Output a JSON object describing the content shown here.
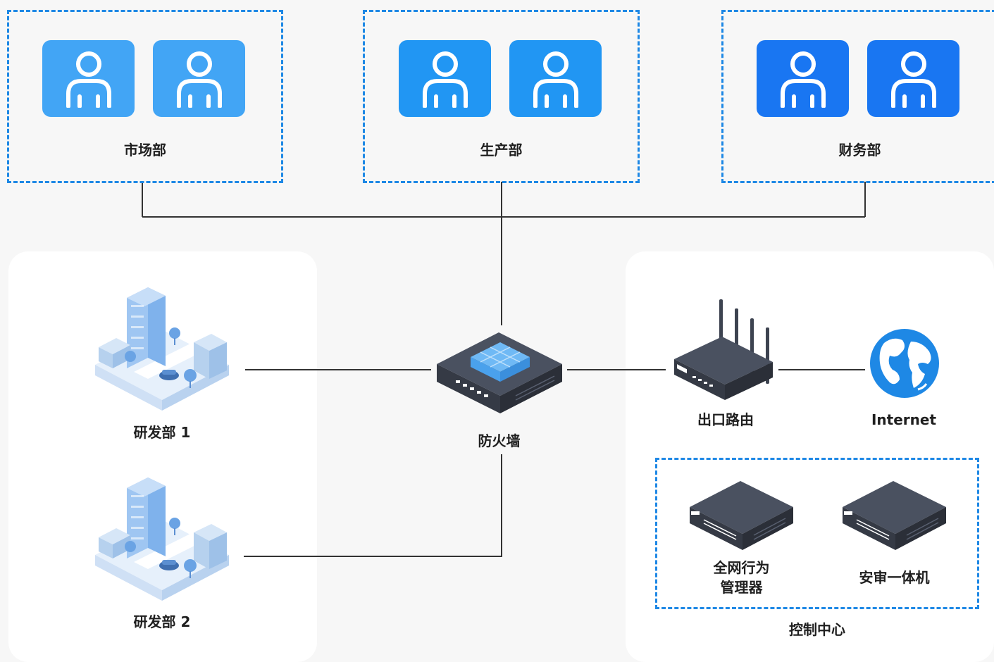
{
  "departments": [
    {
      "name": "市场部",
      "color": "#42a5f5"
    },
    {
      "name": "生产部",
      "color": "#2196f3"
    },
    {
      "name": "财务部",
      "color": "#1976f2"
    }
  ],
  "nodes": {
    "rd1": "研发部 1",
    "rd2": "研发部 2",
    "firewall": "防火墙",
    "router": "出口路由",
    "internet": "Internet",
    "behavior_manager": "全网行为\n管理器",
    "audit": "安审一体机",
    "control_center": "控制中心"
  },
  "colors": {
    "line": "#333333",
    "dashed": "#1e88e5",
    "device": "#3d4350",
    "globe": "#1e88e5"
  }
}
